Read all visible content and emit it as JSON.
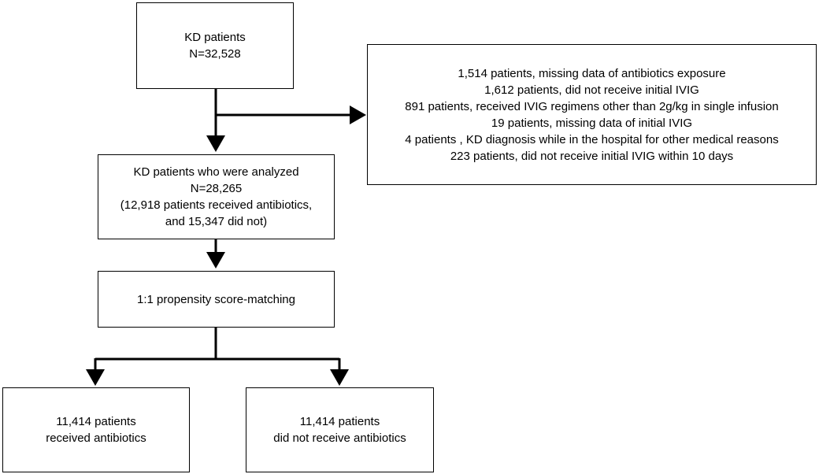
{
  "boxes": {
    "kd_patients": {
      "lines": [
        "KD patients",
        "N=32,528"
      ]
    },
    "exclusions": {
      "lines": [
        "1,514 patients, missing data of antibiotics exposure",
        "1,612 patients, did not receive initial IVIG",
        "891 patients, received IVIG regimens other than 2g/kg in single infusion",
        "19 patients, missing data of initial IVIG",
        "4 patients , KD diagnosis while in the hospital for other medical reasons",
        "223  patients, did not receive initial IVIG within 10 days"
      ]
    },
    "analyzed": {
      "lines": [
        "KD patients who were analyzed",
        "N=28,265",
        "(12,918 patients received antibiotics,",
        "and 15,347 did not)"
      ]
    },
    "matching": {
      "lines": [
        "1:1 propensity score-matching"
      ]
    },
    "received": {
      "lines": [
        "11,414 patients",
        "received antibiotics"
      ]
    },
    "not_received": {
      "lines": [
        "11,414 patients",
        "did not receive antibiotics"
      ]
    }
  }
}
